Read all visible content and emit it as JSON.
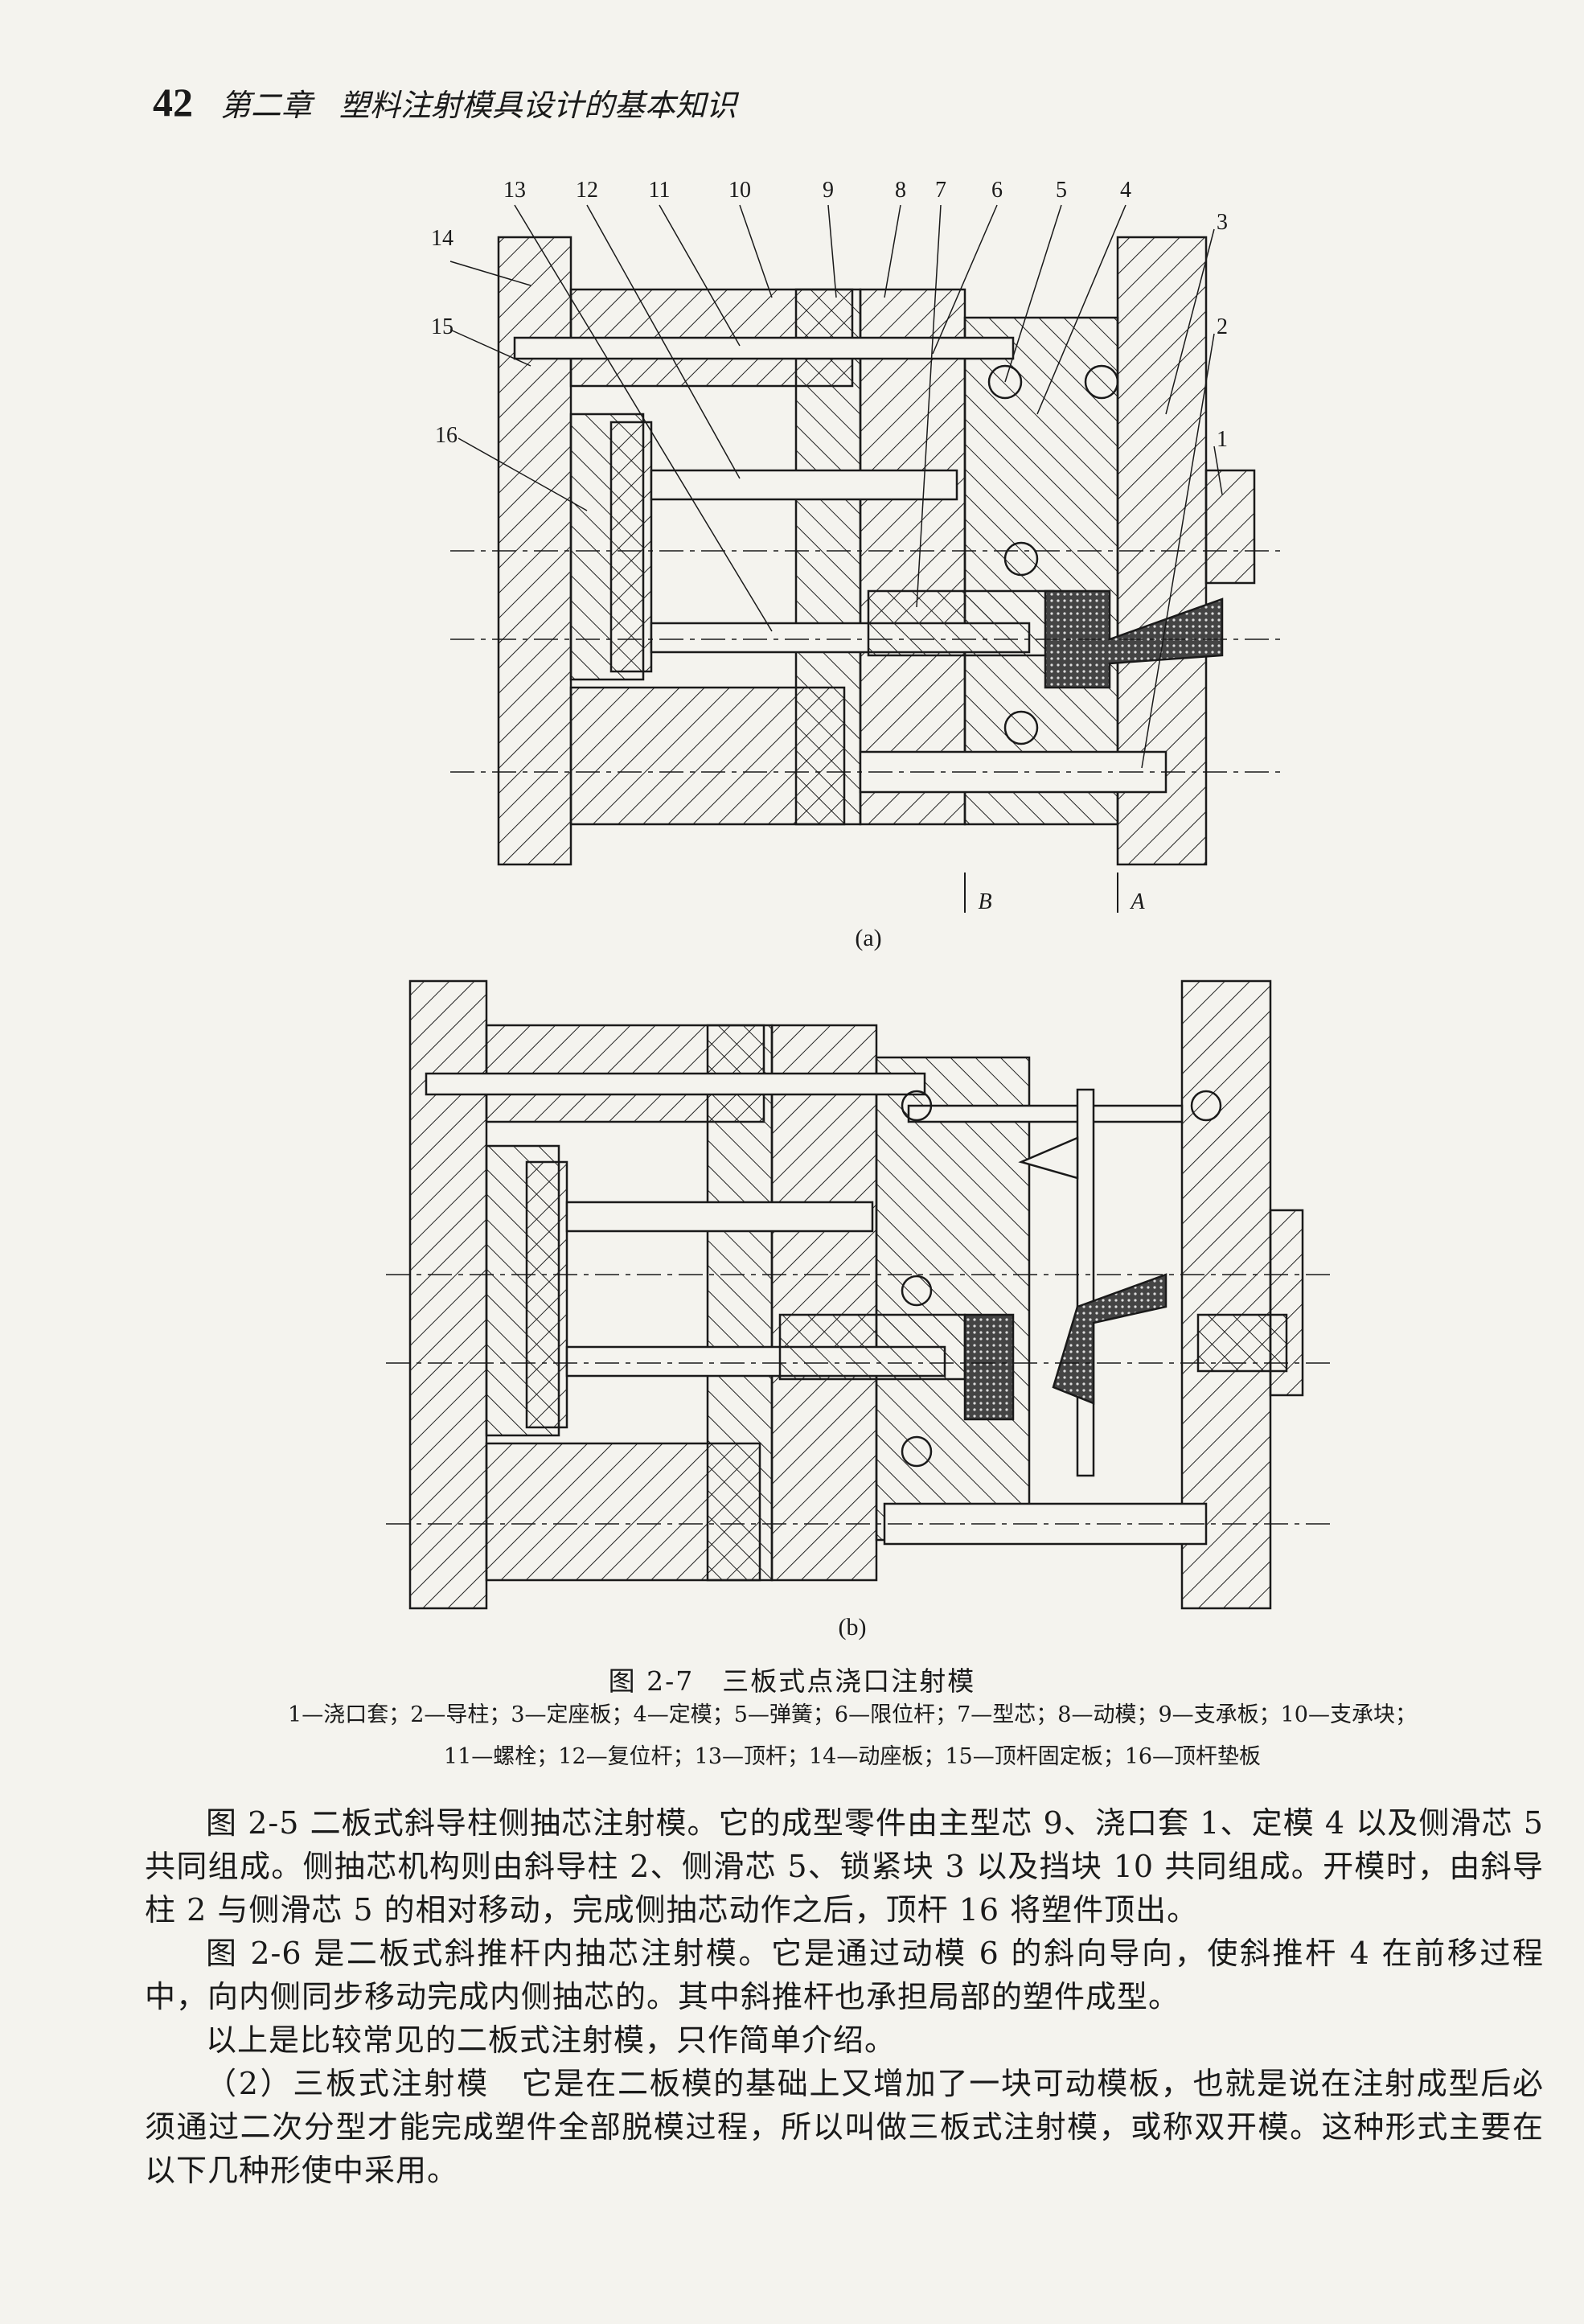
{
  "header": {
    "page_number": "42",
    "chapter": "第二章",
    "chapter_title": "塑料注射模具设计的基本知识"
  },
  "figure": {
    "part_a_label": "(a)",
    "part_b_label": "(b)",
    "callouts": [
      "13",
      "12",
      "11",
      "10",
      "9",
      "8",
      "7",
      "6",
      "5",
      "4",
      "3",
      "2",
      "1",
      "14",
      "15",
      "16"
    ],
    "parting_line_b": "B",
    "parting_line_a": "A",
    "caption": "图 2-7　三板式点浇口注射模",
    "legend_line1": "1—浇口套；2—导柱；3—定座板；4—定模；5—弹簧；6—限位杆；7—型芯；8—动模；9—支承板；10—支承块；",
    "legend_line2": "11—螺栓；12—复位杆；13—顶杆；14—动座板；15—顶杆固定板；16—顶杆垫板"
  },
  "body": {
    "para1": "图 2-5 二板式斜导柱侧抽芯注射模。它的成型零件由主型芯 9、浇口套 1、定模 4 以及侧滑芯 5 共同组成。侧抽芯机构则由斜导柱 2、侧滑芯 5、锁紧块 3 以及挡块 10 共同组成。开模时，由斜导柱 2 与侧滑芯 5 的相对移动，完成侧抽芯动作之后，顶杆 16 将塑件顶出。",
    "para2": "图 2-6 是二板式斜推杆内抽芯注射模。它是通过动模 6 的斜向导向，使斜推杆 4 在前移过程中，向内侧同步移动完成内侧抽芯的。其中斜推杆也承担局部的塑件成型。",
    "para3": "以上是比较常见的二板式注射模，只作简单介绍。",
    "para4_heading": "（2）三板式注射模",
    "para4_text": "　它是在二板模的基础上又增加了一块可动模板，也就是说在注射成型后必须通过二次分型才能完成塑件全部脱模过程，所以叫做三板式注射模，或称双开模。这种形式主要在以下几种形使中采用。"
  }
}
